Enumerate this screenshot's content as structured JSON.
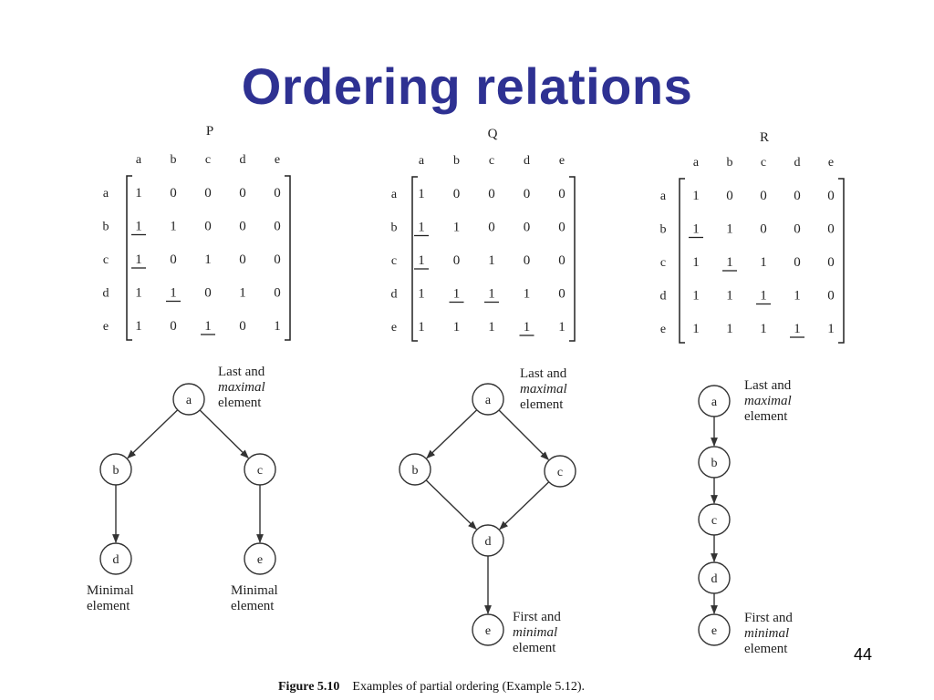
{
  "title": "Ordering relations",
  "page_number": "44",
  "caption": {
    "figure": "Figure 5.10",
    "text": "Examples of partial ordering (Example 5.12)."
  },
  "matrices": [
    {
      "name": "P",
      "cols": [
        "a",
        "b",
        "c",
        "d",
        "e"
      ],
      "rows": [
        "a",
        "b",
        "c",
        "d",
        "e"
      ],
      "values": [
        [
          "1",
          "0",
          "0",
          "0",
          "0"
        ],
        [
          "1",
          "1",
          "0",
          "0",
          "0"
        ],
        [
          "1",
          "0",
          "1",
          "0",
          "0"
        ],
        [
          "1",
          "1",
          "0",
          "1",
          "0"
        ],
        [
          "1",
          "0",
          "1",
          "0",
          "1"
        ]
      ],
      "underlined": [
        [
          1,
          0
        ],
        [
          2,
          0
        ],
        [
          3,
          1
        ],
        [
          4,
          2
        ]
      ]
    },
    {
      "name": "Q",
      "cols": [
        "a",
        "b",
        "c",
        "d",
        "e"
      ],
      "rows": [
        "a",
        "b",
        "c",
        "d",
        "e"
      ],
      "values": [
        [
          "1",
          "0",
          "0",
          "0",
          "0"
        ],
        [
          "1",
          "1",
          "0",
          "0",
          "0"
        ],
        [
          "1",
          "0",
          "1",
          "0",
          "0"
        ],
        [
          "1",
          "1",
          "1",
          "1",
          "0"
        ],
        [
          "1",
          "1",
          "1",
          "1",
          "1"
        ]
      ],
      "underlined": [
        [
          1,
          0
        ],
        [
          2,
          0
        ],
        [
          3,
          1
        ],
        [
          3,
          2
        ],
        [
          4,
          3
        ]
      ]
    },
    {
      "name": "R",
      "cols": [
        "a",
        "b",
        "c",
        "d",
        "e"
      ],
      "rows": [
        "a",
        "b",
        "c",
        "d",
        "e"
      ],
      "values": [
        [
          "1",
          "0",
          "0",
          "0",
          "0"
        ],
        [
          "1",
          "1",
          "0",
          "0",
          "0"
        ],
        [
          "1",
          "1",
          "1",
          "0",
          "0"
        ],
        [
          "1",
          "1",
          "1",
          "1",
          "0"
        ],
        [
          "1",
          "1",
          "1",
          "1",
          "1"
        ]
      ],
      "underlined": [
        [
          1,
          0
        ],
        [
          2,
          1
        ],
        [
          3,
          2
        ],
        [
          4,
          3
        ]
      ]
    }
  ],
  "graphs": {
    "P": {
      "nodes": [
        "a",
        "b",
        "c",
        "d",
        "e"
      ],
      "labels": {
        "top": [
          "Last and",
          "maximal",
          "element"
        ],
        "min_left": [
          "Minimal",
          "element"
        ],
        "min_right": [
          "Minimal",
          "element"
        ]
      }
    },
    "Q": {
      "nodes": [
        "a",
        "b",
        "c",
        "d",
        "e"
      ],
      "labels": {
        "top": [
          "Last and",
          "maximal",
          "element"
        ],
        "bottom": [
          "First and",
          "minimal",
          "element"
        ]
      }
    },
    "R": {
      "nodes": [
        "a",
        "b",
        "c",
        "d",
        "e"
      ],
      "labels": {
        "top": [
          "Last and",
          "maximal",
          "element"
        ],
        "bottom": [
          "First and",
          "minimal",
          "element"
        ]
      }
    }
  }
}
